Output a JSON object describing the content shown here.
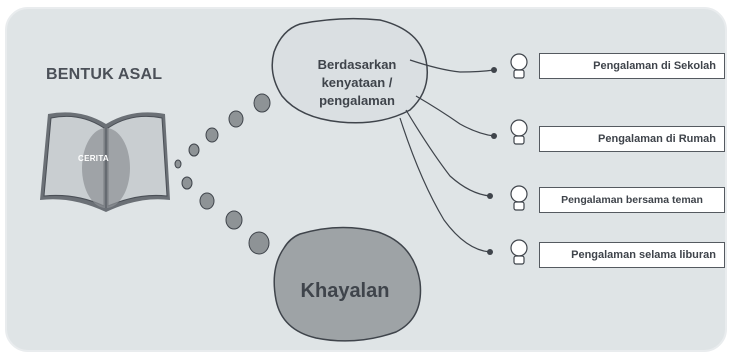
{
  "diagram": {
    "title": "BENTUK ASAL",
    "book_label": "CERITA",
    "cloud_label": "Berdasarkan kenyataan / pengalaman",
    "blob_label": "Khayalan",
    "boxes": [
      {
        "label": "Pengalaman di Sekolah"
      },
      {
        "label": "Pengalaman di Rumah"
      },
      {
        "label": "Pengalaman bersama teman"
      },
      {
        "label": "Pengalaman selama liburan"
      }
    ],
    "colors": {
      "background": "#dfe4e6",
      "cloud_fill": "#dadfe2",
      "blob_fill": "#9ea3a6",
      "stone_fill": "#8e9396",
      "line": "#3f444b"
    },
    "icons": [
      "open-book-icon",
      "lightbulb-icon"
    ]
  }
}
